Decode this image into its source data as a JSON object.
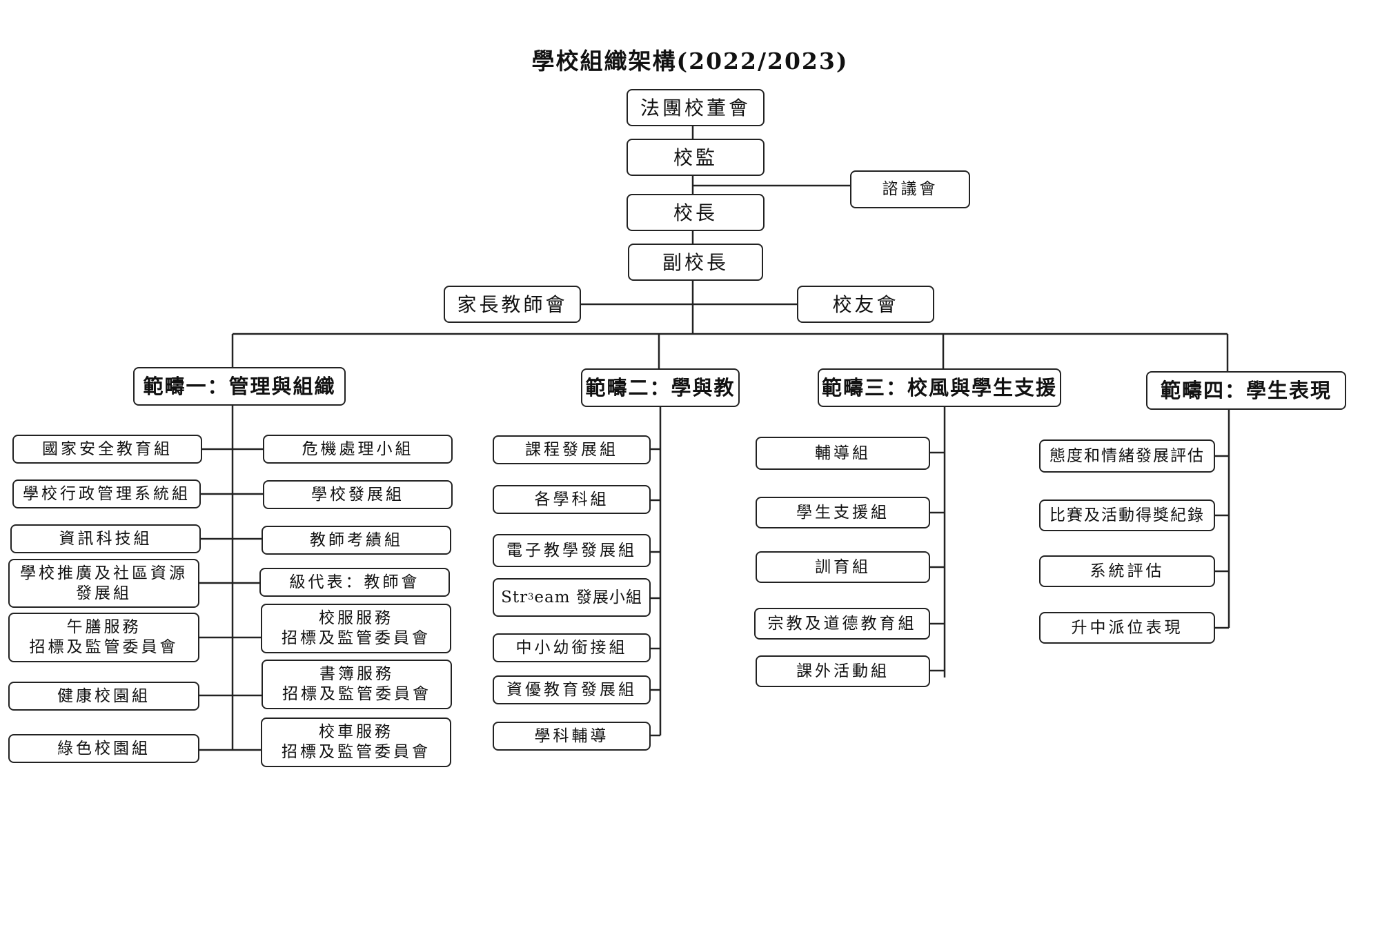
{
  "title": "學校組織架構(2022/2023)",
  "top": {
    "board": "法團校董會",
    "supervisor": "校監",
    "consultative": "諮議會",
    "principal": "校長",
    "vice_principal": "副校長",
    "pta": "家長教師會",
    "alumni": "校友會"
  },
  "domains": [
    {
      "title": "範疇一：管理與組織",
      "left_items": [
        "國家安全教育組",
        "學校行政管理系統組",
        "資訊科技組",
        "學校推廣及社區資源\n發展組",
        "午膳服務\n招標及監管委員會",
        "健康校園組",
        "綠色校園組"
      ],
      "right_items": [
        "危機處理小組",
        "學校發展組",
        "教師考績組",
        "級代表：教師會",
        "校服服務\n招標及監管委員會",
        "書簿服務\n招標及監管委員會",
        "校車服務\n招標及監管委員會"
      ]
    },
    {
      "title": "範疇二：學與教",
      "items": [
        "課程發展組",
        "各學科組",
        "電子教學發展組",
        "中小幼銜接組",
        "資優教育發展組",
        "學科輔導"
      ],
      "stream": {
        "prefix": "Str",
        "superscript": "3",
        "suffix": "eam 發展小組"
      }
    },
    {
      "title": "範疇三：校風與學生支援",
      "items": [
        "輔導組",
        "學生支援組",
        "訓育組",
        "宗教及道德教育組",
        "課外活動組"
      ]
    },
    {
      "title": "範疇四：學生表現",
      "items": [
        "態度和情緒發展評估",
        "比賽及活動得獎紀錄",
        "系統評估",
        "升中派位表現"
      ]
    }
  ]
}
